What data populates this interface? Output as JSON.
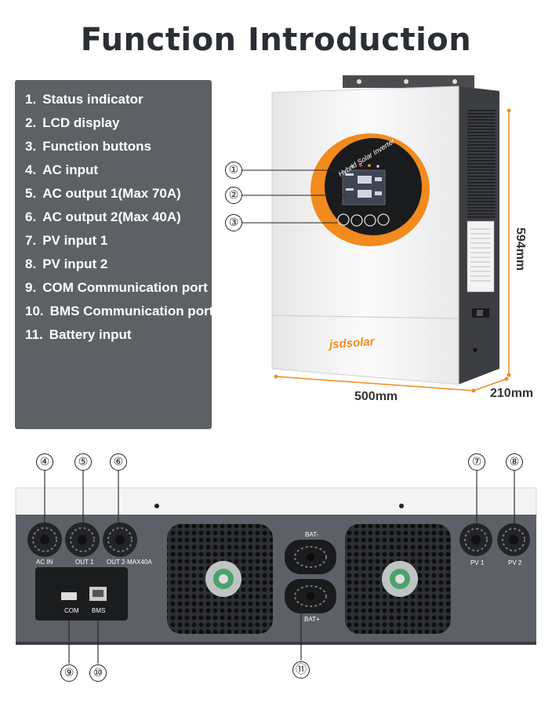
{
  "title": "Function Introduction",
  "items": [
    {
      "num": "1.",
      "label": "Status indicator"
    },
    {
      "num": "2.",
      "label": "LCD display"
    },
    {
      "num": "3.",
      "label": "Function buttons"
    },
    {
      "num": "4.",
      "label": "AC input"
    },
    {
      "num": "5.",
      "label": "AC output 1(Max 70A)"
    },
    {
      "num": "6.",
      "label": "AC output 2(Max 40A)"
    },
    {
      "num": "7.",
      "label": "PV input 1"
    },
    {
      "num": "8.",
      "label": "PV input 2"
    },
    {
      "num": "9.",
      "label": "COM Communication port"
    },
    {
      "num": "10.",
      "label": "BMS Communication port"
    },
    {
      "num": "11.",
      "label": "Battery input"
    }
  ],
  "callouts": {
    "c1": "①",
    "c2": "②",
    "c3": "③",
    "c4": "④",
    "c5": "⑤",
    "c6": "⑥",
    "c7": "⑦",
    "c8": "⑧",
    "c9": "⑨",
    "c10": "⑩",
    "c11": "⑪"
  },
  "dimensions": {
    "height": "594mm",
    "width": "500mm",
    "depth": "210mm"
  },
  "device": {
    "brand": "jsdsolar",
    "front_label": "Hybrid Solar Inverter"
  },
  "ports": {
    "ac_in": "AC IN",
    "out1": "OUT 1",
    "out2": "OUT 2-MAX40A",
    "pv1": "PV 1",
    "pv2": "PV 2",
    "com": "COM",
    "bms": "BMS",
    "bat_neg": "BAT-",
    "bat_pos": "BAT+"
  },
  "colors": {
    "accent": "#f28a1e",
    "panel": "#5d6065",
    "housing": "#f2f2f2",
    "side": "#3b3d41"
  }
}
